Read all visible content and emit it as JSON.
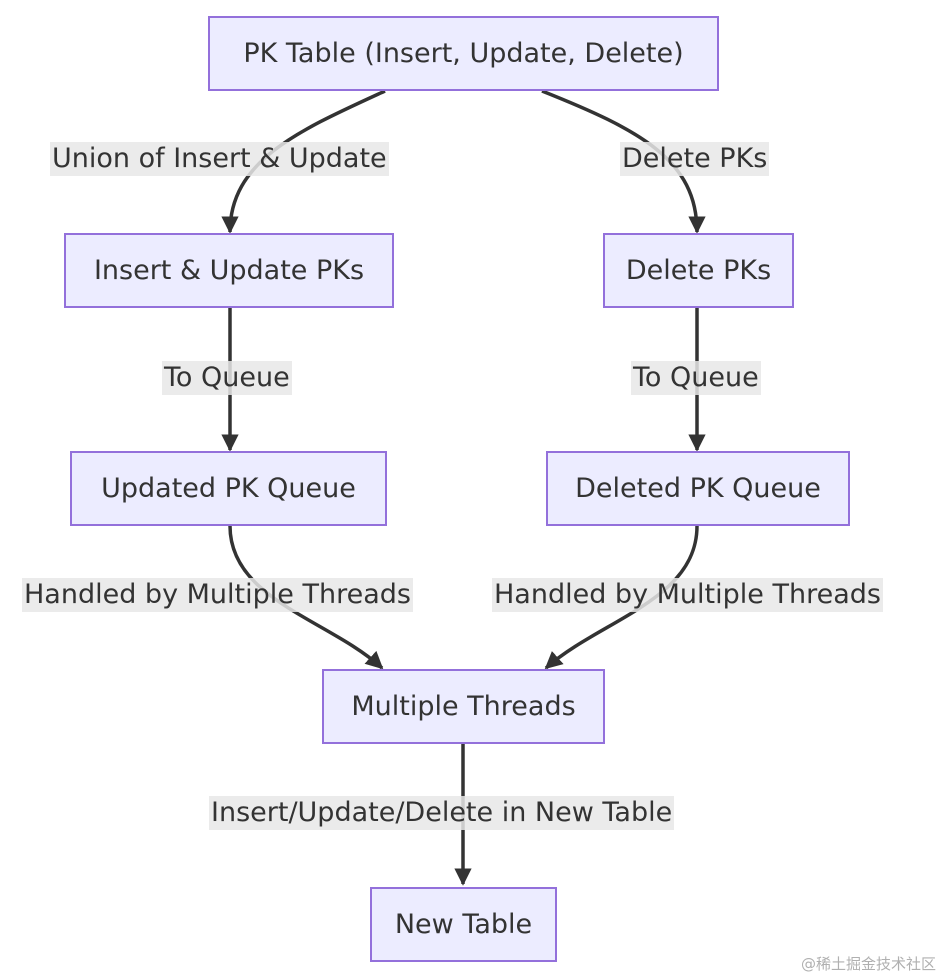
{
  "nodes": {
    "pk_table": "PK Table (Insert, Update, Delete)",
    "ins_upd_pks": "Insert & Update PKs",
    "delete_pks": "Delete PKs",
    "updated_queue": "Updated PK Queue",
    "deleted_queue": "Deleted PK Queue",
    "multiple_threads": "Multiple Threads",
    "new_table": "New Table"
  },
  "edges": {
    "union": "Union of Insert & Update",
    "delete_pks": "Delete PKs",
    "to_queue_left": "To Queue",
    "to_queue_right": "To Queue",
    "handled_left": "Handled by Multiple Threads",
    "handled_right": "Handled by Multiple Threads",
    "insert_update_delete": "Insert/Update/Delete in New Table"
  },
  "watermark": "@稀土掘金技术社区",
  "colors": {
    "node_fill": "#ECECFF",
    "node_border": "#9370DB",
    "edge": "#333333",
    "label_bg": "#E8E8E8"
  }
}
